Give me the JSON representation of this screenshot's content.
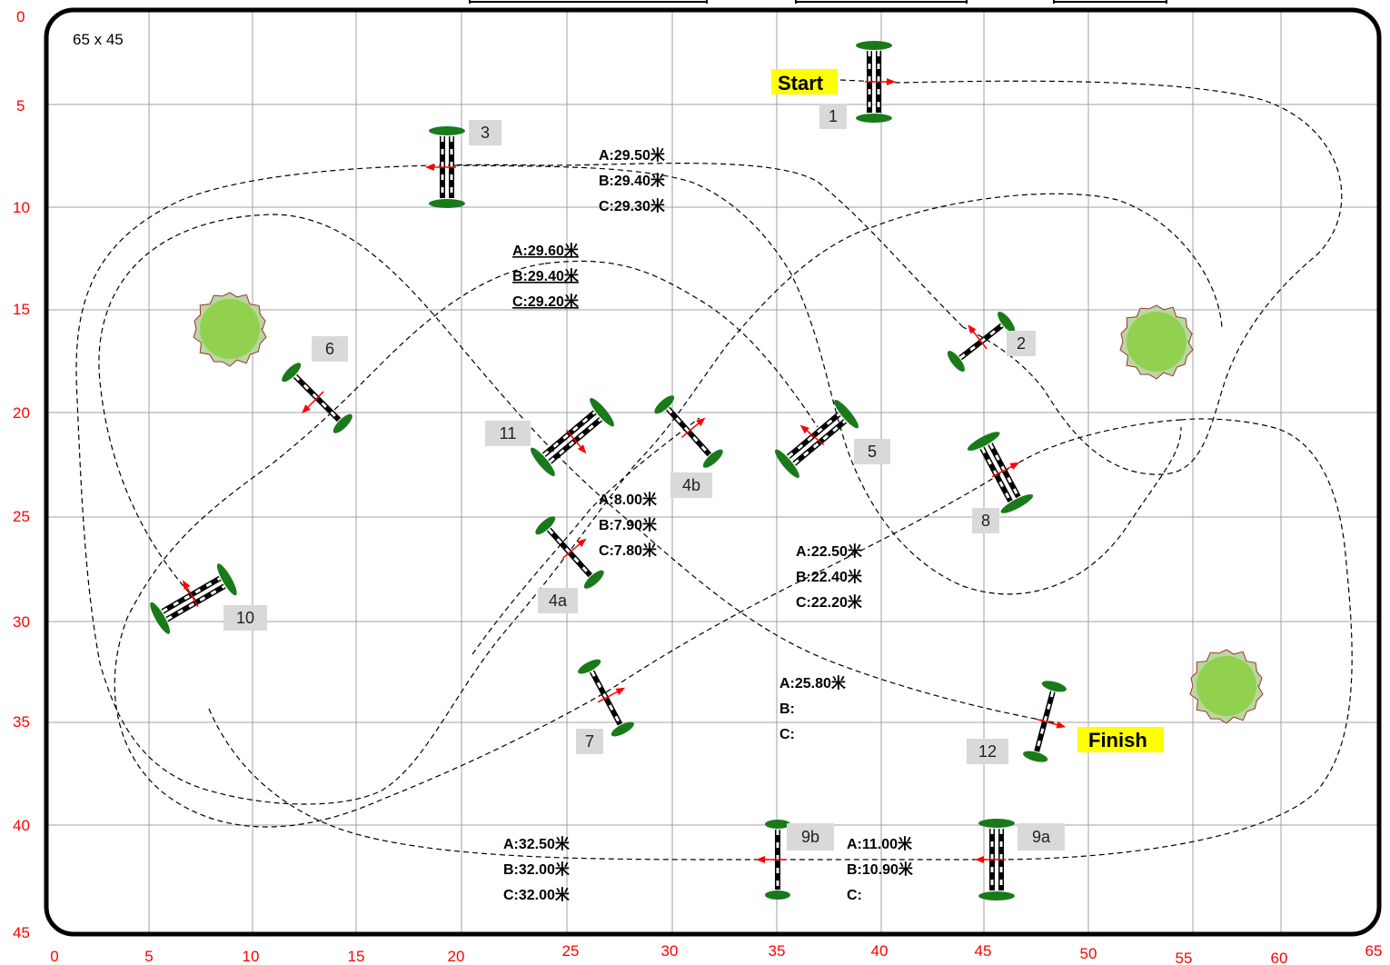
{
  "arena": {
    "size_label": "65 x 45",
    "x_ticks": [
      "0",
      "5",
      "10",
      "15",
      "20",
      "25",
      "30",
      "35",
      "40",
      "45",
      "50",
      "55",
      "60",
      "65"
    ],
    "y_ticks": [
      "0",
      "5",
      "10",
      "15",
      "20",
      "25",
      "30",
      "35",
      "40",
      "45"
    ]
  },
  "markers": {
    "start": "Start",
    "finish": "Finish"
  },
  "fences": [
    {
      "label": "1"
    },
    {
      "label": "2"
    },
    {
      "label": "3"
    },
    {
      "label": "4a"
    },
    {
      "label": "4b"
    },
    {
      "label": "5"
    },
    {
      "label": "6"
    },
    {
      "label": "7"
    },
    {
      "label": "8"
    },
    {
      "label": "9a"
    },
    {
      "label": "9b"
    },
    {
      "label": "10"
    },
    {
      "label": "11"
    },
    {
      "label": "12"
    }
  ],
  "distances": [
    {
      "lines": [
        "A:29.50米",
        "B:29.40米",
        "C:29.30米"
      ],
      "underline": false
    },
    {
      "lines": [
        "A:29.60米",
        "B:29.40米",
        "C:29.20米"
      ],
      "underline": true
    },
    {
      "lines": [
        "A:8.00米",
        "B:7.90米",
        "C:7.80米"
      ],
      "underline": false
    },
    {
      "lines": [
        "A:22.50米",
        "B:22.40米",
        "C:22.20米"
      ],
      "underline": false
    },
    {
      "lines": [
        "A:25.80米",
        "B:",
        "C:"
      ],
      "underline": false
    },
    {
      "lines": [
        "A:32.50米",
        "B:32.00米",
        "C:32.00米"
      ],
      "underline": false
    },
    {
      "lines": [
        "A:11.00米",
        "B:10.90米",
        "C:"
      ],
      "underline": false
    }
  ],
  "colors": {
    "axis": "#ff0000",
    "grid": "#a0a0a0",
    "tree": "#92d050",
    "tree_outline": "#a03030",
    "fence_stand": "#1a7a1a",
    "direction_arrow": "#ff0000",
    "flag_bg": "#ffff00",
    "number_box": "#d9d9d9"
  }
}
